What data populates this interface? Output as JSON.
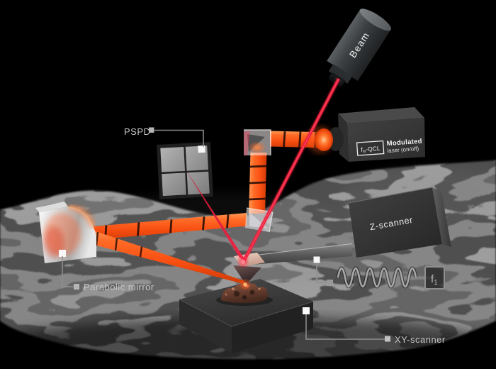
{
  "scene": {
    "beam_laser": {
      "label": "Beam"
    },
    "modulated_laser": {
      "badge_f": "f",
      "badge_sub": "m",
      "badge_rest": "-QCL",
      "title": "Modulated",
      "subtitle": "laser (on/off)"
    },
    "pspd": {
      "label": "PSPD"
    },
    "z_scanner": {
      "label": "Z-scanner"
    },
    "parabolic_mirror": {
      "label": "Parabolic mirror"
    },
    "xy_scanner": {
      "label": "XY-scanner"
    },
    "resonance": {
      "f": "f",
      "sub": "1"
    },
    "colors": {
      "background": "#000000",
      "ir_beam_orange": "#fb5418",
      "laser_red": "#ee1c3c",
      "smoke_gray": "#3c3c3c",
      "device_dark": "#333333",
      "label_text": "#c8c8c8",
      "mirror_silver": "#d9d9d9"
    }
  }
}
